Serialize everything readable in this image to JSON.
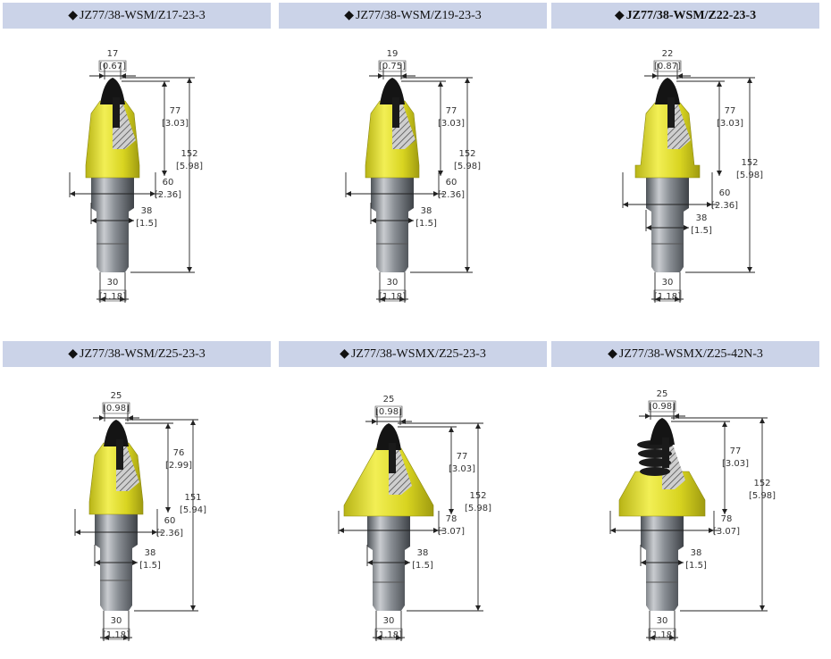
{
  "picks": [
    {
      "title": "JZ77/38-WSM/Z17-23-3",
      "bold": false,
      "style": "plain",
      "dims": {
        "tip_mm": "17",
        "tip_in": "[0.67]",
        "head_mm": "77",
        "head_in": "[3.03]",
        "total_mm": "152",
        "total_in": "[5.98]",
        "collar_mm": "60",
        "collar_in": "[2.36]",
        "shank_mm": "38",
        "shank_in": "[1.5]",
        "base_mm": "30",
        "base_in": "[1.18]"
      }
    },
    {
      "title": "JZ77/38-WSM/Z19-23-3",
      "bold": false,
      "style": "plain",
      "dims": {
        "tip_mm": "19",
        "tip_in": "[0.75]",
        "head_mm": "77",
        "head_in": "[3.03]",
        "total_mm": "152",
        "total_in": "[5.98]",
        "collar_mm": "60",
        "collar_in": "[2.36]",
        "shank_mm": "38",
        "shank_in": "[1.5]",
        "base_mm": "30",
        "base_in": "[1.18]"
      }
    },
    {
      "title": "JZ77/38-WSM/Z22-23-3",
      "bold": true,
      "style": "ring",
      "dims": {
        "tip_mm": "22",
        "tip_in": "[0.87]",
        "head_mm": "77",
        "head_in": "[3.03]",
        "total_mm": "152",
        "total_in": "[5.98]",
        "collar_mm": "60",
        "collar_in": "[2.36]",
        "shank_mm": "38",
        "shank_in": "[1.5]",
        "base_mm": "30",
        "base_in": "[1.18]"
      }
    },
    {
      "title": "JZ77/38-WSM/Z25-23-3",
      "bold": false,
      "style": "plain",
      "dims": {
        "tip_mm": "25",
        "tip_in": "[0.98]",
        "head_mm": "76",
        "head_in": "[2.99]",
        "total_mm": "151",
        "total_in": "[5.94]",
        "collar_mm": "60",
        "collar_in": "[2.36]",
        "shank_mm": "38",
        "shank_in": "[1.5]",
        "base_mm": "30",
        "base_in": "[1.18]"
      }
    },
    {
      "title": "JZ77/38-WSMX/Z25-23-3",
      "bold": false,
      "style": "cone",
      "dims": {
        "tip_mm": "25",
        "tip_in": "[0.98]",
        "head_mm": "77",
        "head_in": "[3.03]",
        "total_mm": "152",
        "total_in": "[5.98]",
        "collar_mm": "78",
        "collar_in": "[3.07]",
        "shank_mm": "38",
        "shank_in": "[1.5]",
        "base_mm": "30",
        "base_in": "[1.18]"
      }
    },
    {
      "title": "JZ77/38-WSMX/Z25-42N-3",
      "bold": false,
      "style": "ringed",
      "dims": {
        "tip_mm": "25",
        "tip_in": "[0.98]",
        "head_mm": "77",
        "head_in": "[3.03]",
        "total_mm": "152",
        "total_in": "[5.98]",
        "collar_mm": "78",
        "collar_in": "[3.07]",
        "shank_mm": "38",
        "shank_in": "[1.5]",
        "base_mm": "30",
        "base_in": "[1.18]"
      }
    }
  ]
}
